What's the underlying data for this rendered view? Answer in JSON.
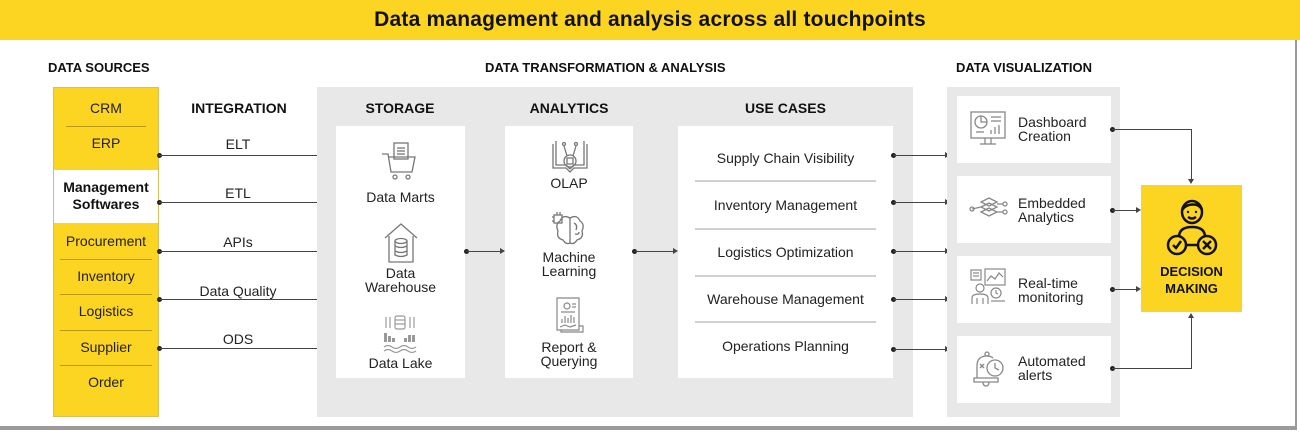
{
  "title": "Data management and analysis across all touchpoints",
  "sections": {
    "data_sources": "DATA SOURCES",
    "transformation": "DATA TRANSFORMATION & ANALYSIS",
    "visualization": "DATA VISUALIZATION"
  },
  "data_sources": {
    "items": [
      "CRM",
      "ERP",
      "Management Softwares",
      "Procurement",
      "Inventory",
      "Logistics",
      "Supplier",
      "Order"
    ],
    "management_line1": "Management",
    "management_line2": "Softwares"
  },
  "integration": {
    "title": "INTEGRATION",
    "items": [
      "ELT",
      "ETL",
      "APIs",
      "Data Quality",
      "ODS"
    ]
  },
  "storage": {
    "title": "STORAGE",
    "items": [
      {
        "icon": "shopping-cart-icon",
        "line1": "Data Marts",
        "line2": ""
      },
      {
        "icon": "warehouse-database-icon",
        "line1": "Data",
        "line2": "Warehouse"
      },
      {
        "icon": "data-lake-icon",
        "line1": "Data Lake",
        "line2": ""
      }
    ]
  },
  "analytics": {
    "title": "ANALYTICS",
    "items": [
      {
        "icon": "olap-book-chip-icon",
        "line1": "OLAP",
        "line2": ""
      },
      {
        "icon": "brain-chip-icon",
        "line1": "Machine",
        "line2": "Learning"
      },
      {
        "icon": "report-document-icon",
        "line1": "Report &",
        "line2": "Querying"
      }
    ]
  },
  "use_cases": {
    "title": "USE CASES",
    "items": [
      "Supply Chain Visibility",
      "Inventory Management",
      "Logistics Optimization",
      "Warehouse Management",
      "Operations Planning"
    ]
  },
  "visualization": {
    "items": [
      {
        "icon": "dashboard-monitor-icon",
        "line1": "Dashboard",
        "line2": "Creation"
      },
      {
        "icon": "layers-network-icon",
        "line1": "Embedded",
        "line2": "Analytics"
      },
      {
        "icon": "monitoring-person-icon",
        "line1": "Real-time",
        "line2": "monitoring"
      },
      {
        "icon": "alarm-bell-clock-icon",
        "line1": "Automated",
        "line2": "alerts"
      }
    ]
  },
  "decision": {
    "icon": "person-check-cross-icon",
    "line1": "DECISION",
    "line2": "MAKING"
  },
  "colors": {
    "accent_yellow": "#fcd422",
    "panel_gray": "#e8e8e8",
    "text_dark": "#222222"
  }
}
